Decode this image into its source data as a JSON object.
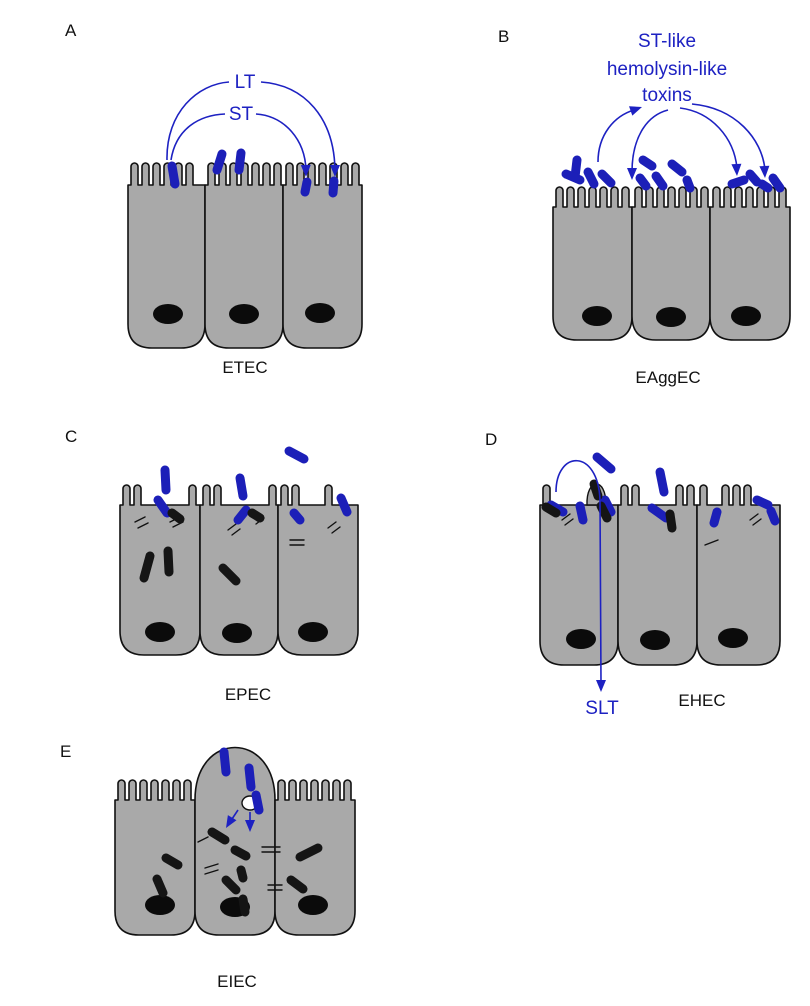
{
  "figure": {
    "panels": [
      {
        "letter": "A",
        "label": "ETEC",
        "toxins": [
          "LT",
          "ST"
        ]
      },
      {
        "letter": "B",
        "label": "EAggEC",
        "toxins": [
          "ST-like",
          "hemolysin-like",
          "toxins"
        ]
      },
      {
        "letter": "C",
        "label": "EPEC"
      },
      {
        "letter": "D",
        "label": "EHEC",
        "toxins": [
          "SLT"
        ]
      },
      {
        "letter": "E",
        "label": "EIEC"
      }
    ]
  },
  "colors": {
    "toxin_blue": "#1d21c2",
    "bacteria_blue": "#1c1fb8",
    "bacteria_dark": "#151515",
    "cell_fill": "#a9a9a9",
    "outline": "#111111",
    "nucleus": "#0b0b0b",
    "background": "#ffffff"
  }
}
